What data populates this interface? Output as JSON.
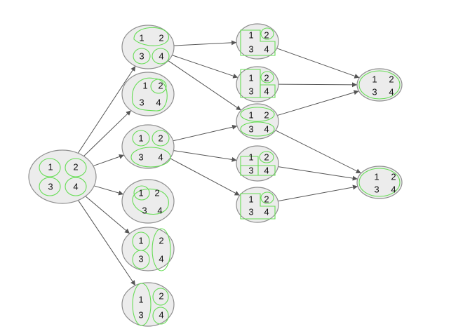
{
  "diagram": {
    "nodes": [
      {
        "id": "root",
        "labels": [
          "1",
          "2",
          "3",
          "4"
        ]
      },
      {
        "id": "a1",
        "labels": [
          "1",
          "2",
          "3",
          "4"
        ]
      },
      {
        "id": "a2",
        "labels": [
          "1",
          "2",
          "3",
          "4"
        ]
      },
      {
        "id": "a3",
        "labels": [
          "1",
          "2",
          "3",
          "4"
        ]
      },
      {
        "id": "a4",
        "labels": [
          "1",
          "2",
          "3",
          "4"
        ]
      },
      {
        "id": "a5",
        "labels": [
          "1",
          "2",
          "3",
          "4"
        ]
      },
      {
        "id": "a6",
        "labels": [
          "1",
          "2",
          "3",
          "4"
        ]
      },
      {
        "id": "b1",
        "labels": [
          "1",
          "2",
          "3",
          "4"
        ]
      },
      {
        "id": "b2",
        "labels": [
          "1",
          "2",
          "3",
          "4"
        ]
      },
      {
        "id": "b3",
        "labels": [
          "1",
          "2",
          "3",
          "4"
        ]
      },
      {
        "id": "b4",
        "labels": [
          "1",
          "2",
          "3",
          "4"
        ]
      },
      {
        "id": "b5",
        "labels": [
          "1",
          "2",
          "3",
          "4"
        ]
      },
      {
        "id": "c1",
        "labels": [
          "1",
          "2",
          "3",
          "4"
        ]
      },
      {
        "id": "c2",
        "labels": [
          "1",
          "2",
          "3",
          "4"
        ]
      }
    ],
    "edges": [
      [
        "root",
        "a1"
      ],
      [
        "root",
        "a2"
      ],
      [
        "root",
        "a3"
      ],
      [
        "root",
        "a4"
      ],
      [
        "root",
        "a5"
      ],
      [
        "root",
        "a6"
      ],
      [
        "a1",
        "b1"
      ],
      [
        "a1",
        "b2"
      ],
      [
        "a1",
        "b3"
      ],
      [
        "a3",
        "b3"
      ],
      [
        "a3",
        "b4"
      ],
      [
        "a3",
        "b5"
      ],
      [
        "b1",
        "c1"
      ],
      [
        "b2",
        "c1"
      ],
      [
        "b3",
        "c1"
      ],
      [
        "b3",
        "c2"
      ],
      [
        "b4",
        "c2"
      ],
      [
        "b5",
        "c2"
      ]
    ],
    "colors": {
      "node_fill": "#ececec",
      "node_stroke": "#8f8f8f",
      "grouping_stroke": "#66dd55",
      "edge": "#555555"
    }
  }
}
